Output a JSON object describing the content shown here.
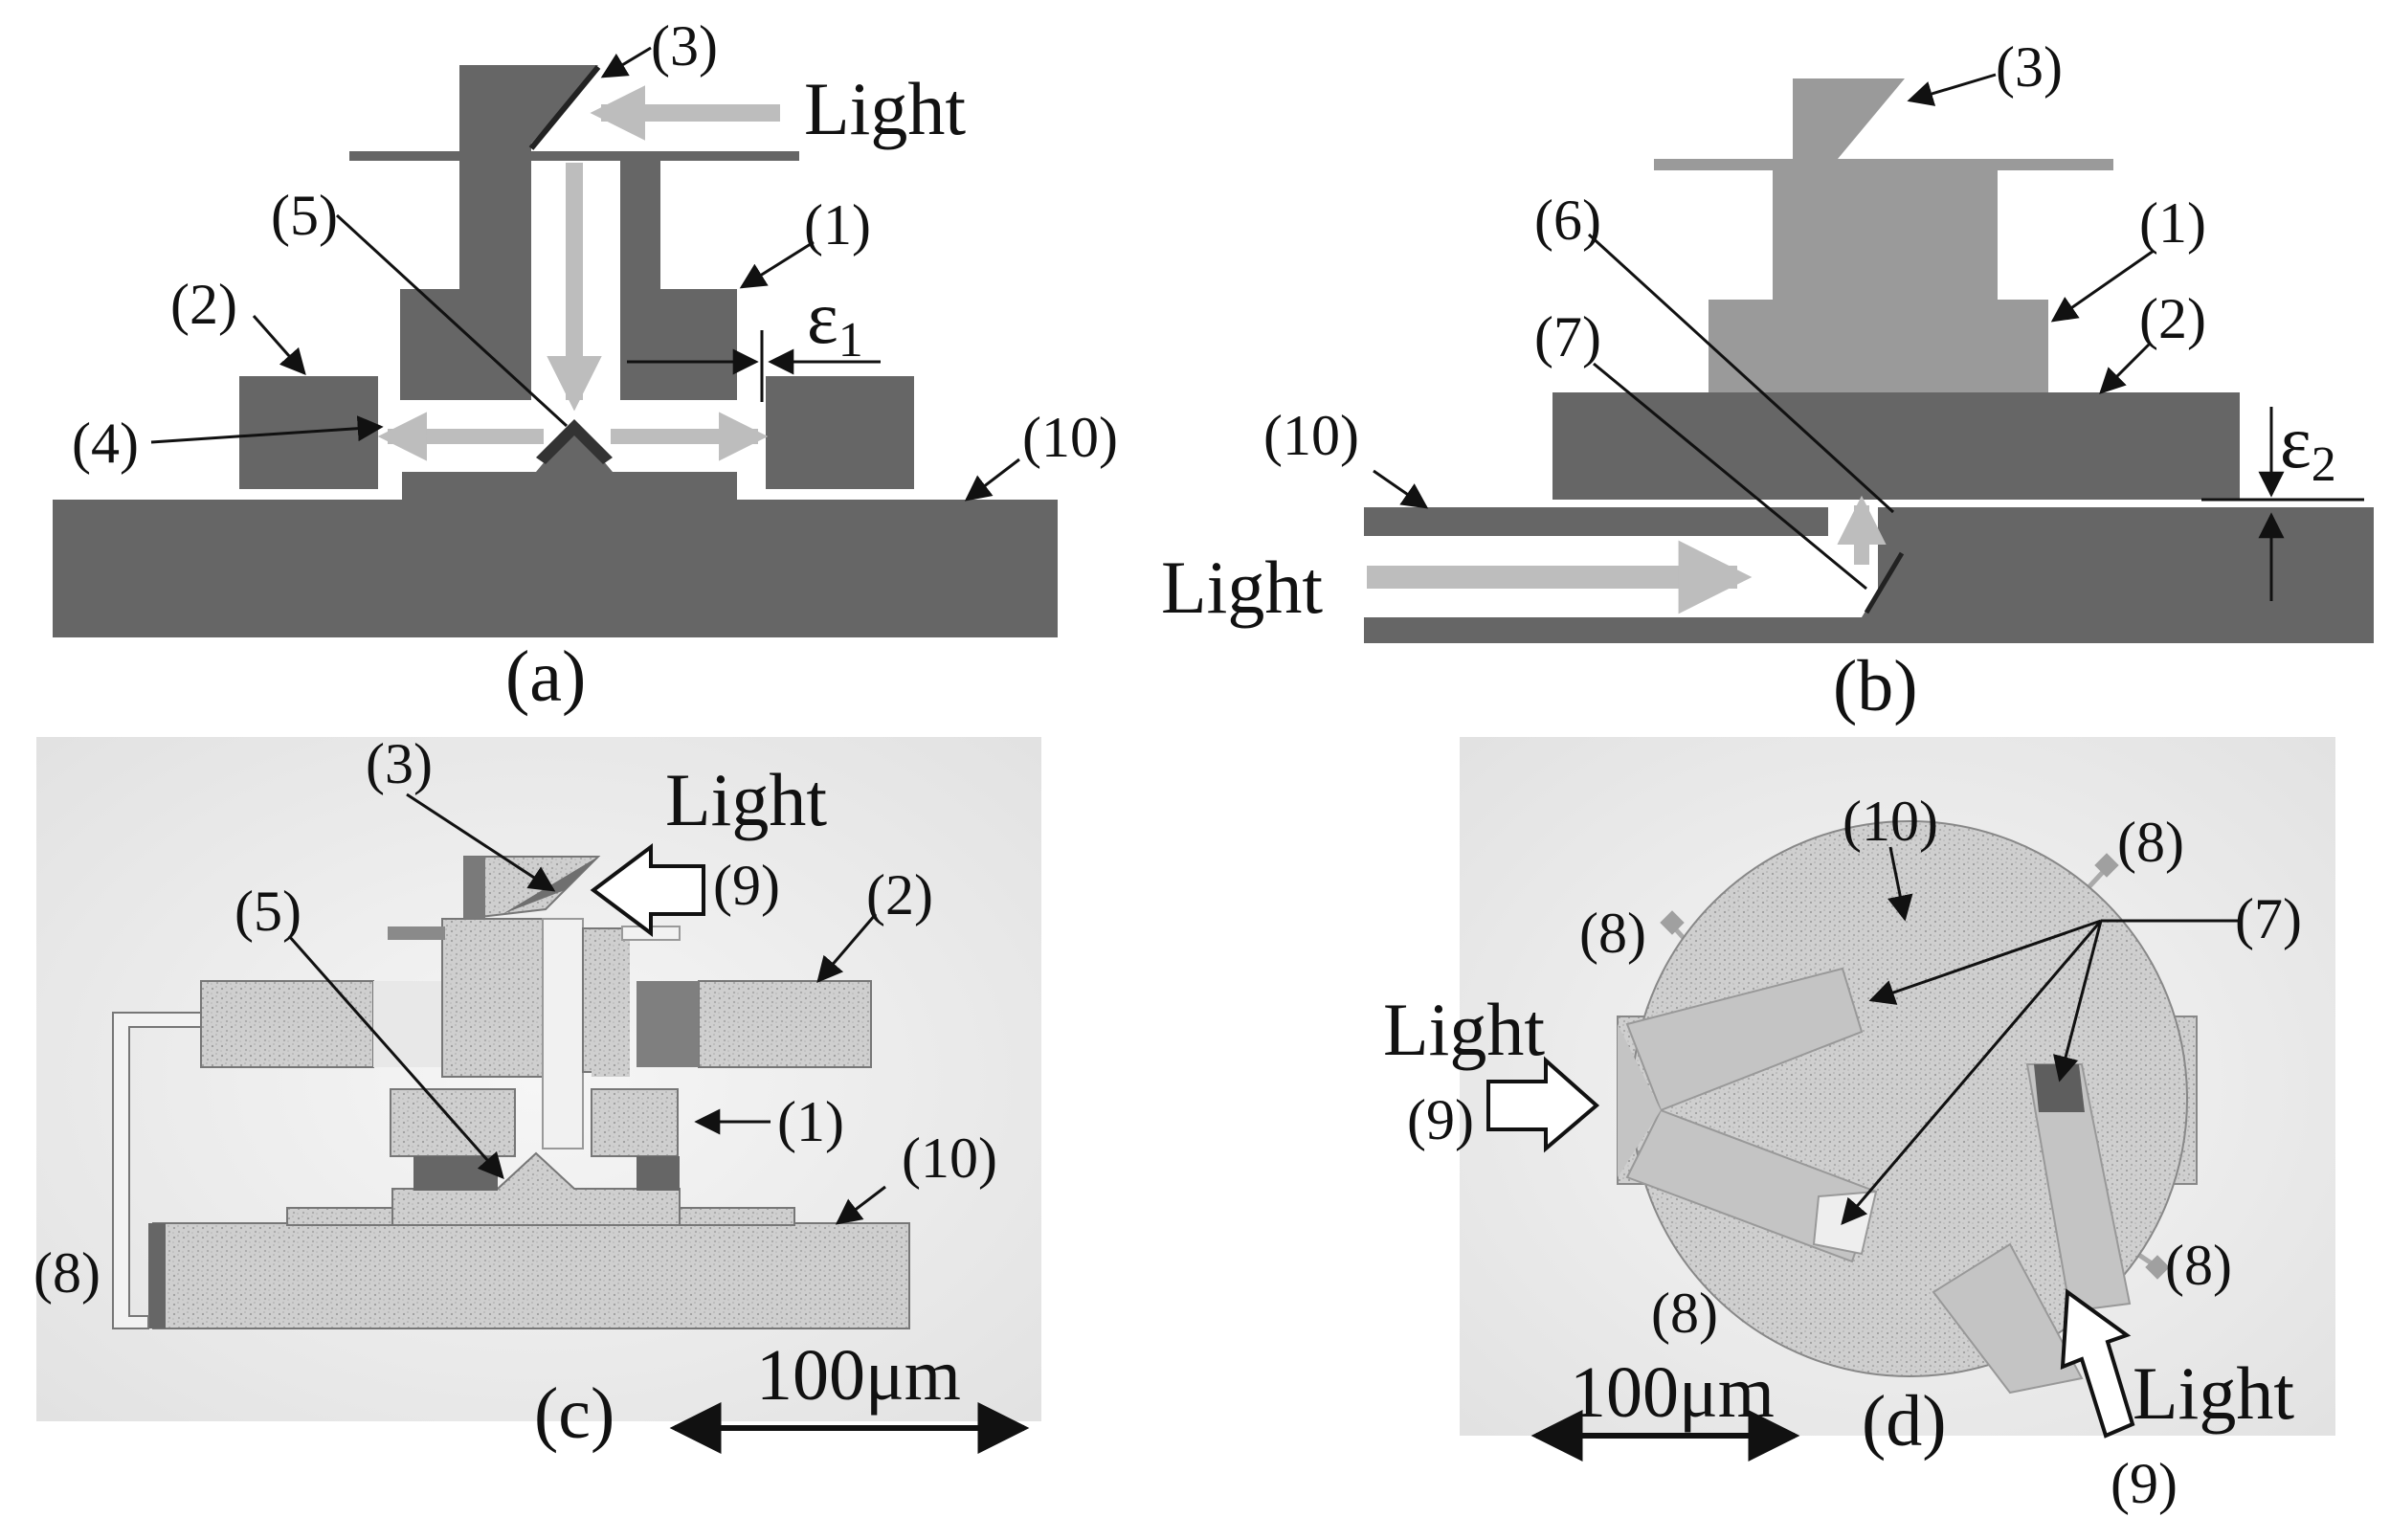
{
  "panel_a": {
    "caption": "(a)",
    "light": "Light",
    "epsilon": "ε",
    "epsilon_sub": "1",
    "labels": [
      "(3)",
      "(5)",
      "(1)",
      "(2)",
      "(4)",
      "(10)"
    ]
  },
  "panel_b": {
    "caption": "(b)",
    "light": "Light",
    "epsilon": "ε",
    "epsilon_sub": "2",
    "labels": [
      "(3)",
      "(6)",
      "(1)",
      "(7)",
      "(2)",
      "(10)"
    ]
  },
  "panel_c": {
    "caption": "(c)",
    "light": "Light",
    "scale": "100μm",
    "labels": [
      "(3)",
      "(9)",
      "(5)",
      "(2)",
      "(1)",
      "(10)",
      "(8)"
    ]
  },
  "panel_d": {
    "caption": "(d)",
    "light_left": "Light",
    "light_right": "Light",
    "scale": "100μm",
    "labels": [
      "(10)",
      "(8)",
      "(8)",
      "(7)",
      "(9)",
      "(8)",
      "(8)",
      "(9)"
    ]
  },
  "colors": {
    "dark_gray": "#666666",
    "mid_gray": "#9a9a9a",
    "light_gray": "#c4c4c4",
    "arrow_gray": "#bdbdbd"
  }
}
